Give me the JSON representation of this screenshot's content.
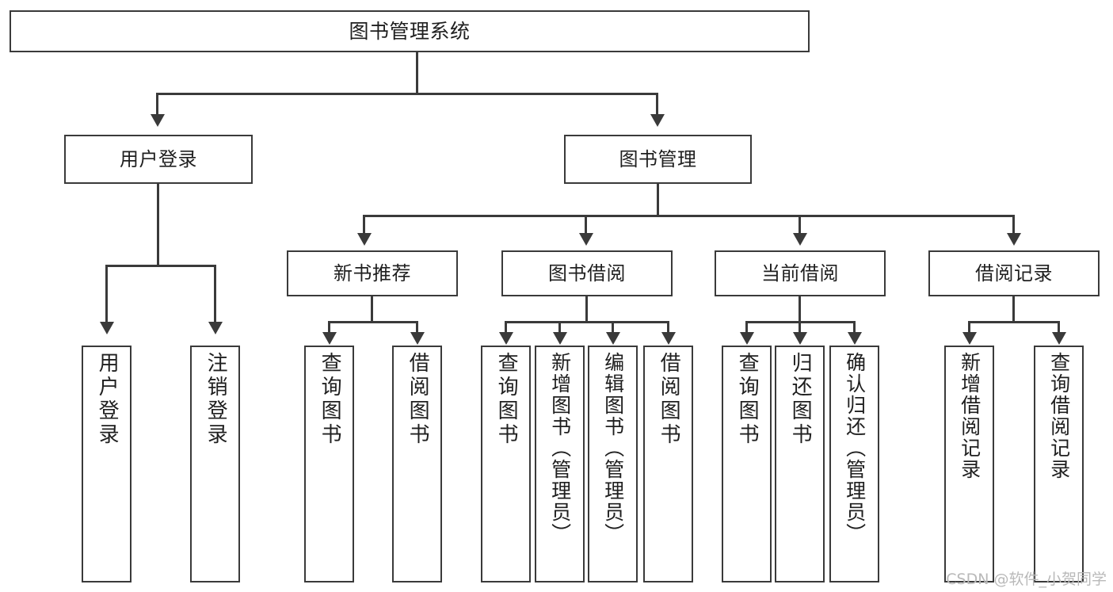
{
  "diagram": {
    "title": "图书管理系统",
    "type": "tree",
    "watermark": "CSDN @软件_小贺同学",
    "colors": {
      "stroke": "#3a3a3a",
      "fill": "#ffffff",
      "text": "#1f1f1f",
      "watermark": "#b9b9b9"
    },
    "root": {
      "label": "图书管理系统"
    },
    "level2": [
      {
        "id": "user-login",
        "label": "用户登录"
      },
      {
        "id": "book-manage",
        "label": "图书管理"
      }
    ],
    "level3": [
      {
        "id": "new-book-recommend",
        "label": "新书推荐"
      },
      {
        "id": "book-borrow",
        "label": "图书借阅"
      },
      {
        "id": "current-borrow",
        "label": "当前借阅"
      },
      {
        "id": "borrow-record",
        "label": "借阅记录"
      }
    ],
    "leaves": {
      "user_login": [
        {
          "id": "leaf-user-login",
          "label": "用户登录"
        },
        {
          "id": "leaf-logout-login",
          "label": "注销登录"
        }
      ],
      "new_book_recommend": [
        {
          "id": "leaf-query-book-1",
          "label": "查询图书"
        },
        {
          "id": "leaf-borrow-book-1",
          "label": "借阅图书"
        }
      ],
      "book_borrow": [
        {
          "id": "leaf-query-book-2",
          "label": "查询图书"
        },
        {
          "id": "leaf-add-book",
          "label": "新增图书（管理员）"
        },
        {
          "id": "leaf-edit-book",
          "label": "编辑图书（管理员）"
        },
        {
          "id": "leaf-borrow-book-2",
          "label": "借阅图书"
        }
      ],
      "current_borrow": [
        {
          "id": "leaf-query-book-3",
          "label": "查询图书"
        },
        {
          "id": "leaf-return-book",
          "label": "归还图书"
        },
        {
          "id": "leaf-confirm-return",
          "label": "确认归还（管理员）"
        }
      ],
      "borrow_record": [
        {
          "id": "leaf-add-record",
          "label": "新增借阅记录"
        },
        {
          "id": "leaf-query-record",
          "label": "查询借阅记录"
        }
      ]
    }
  }
}
